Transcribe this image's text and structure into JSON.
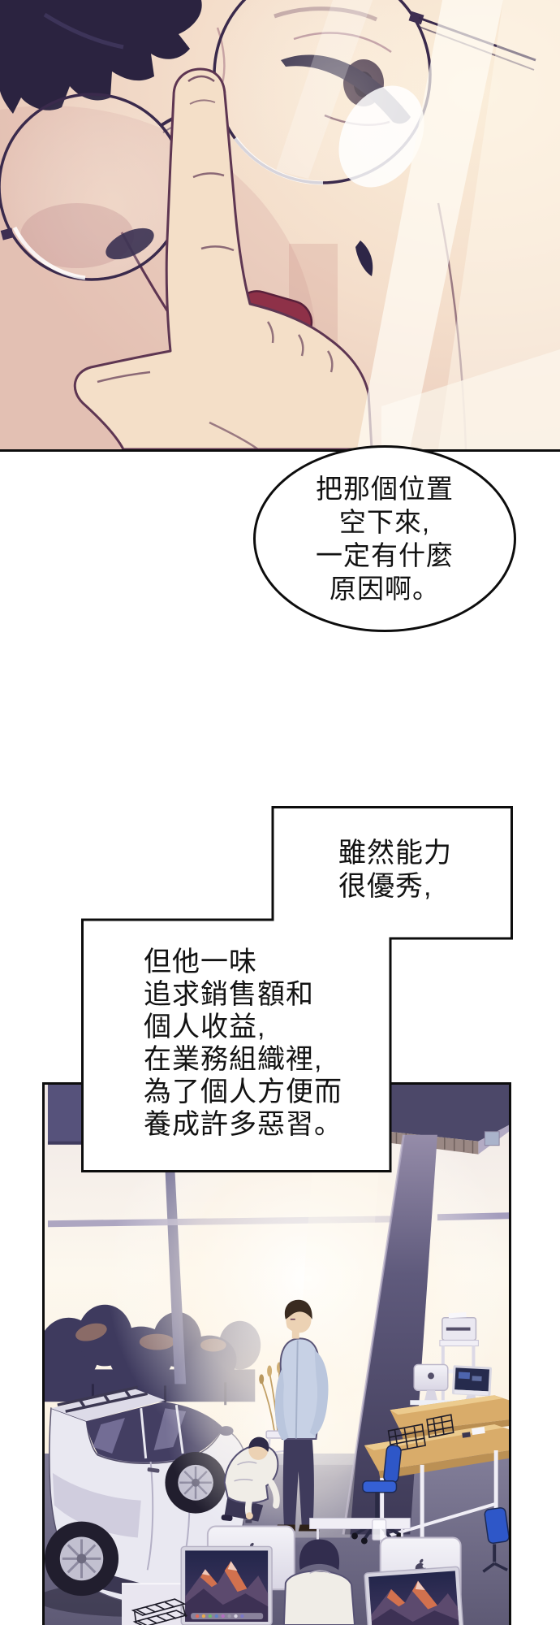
{
  "page": {
    "type": "webtoon comic page",
    "language": "zh-TW"
  },
  "bubble": {
    "lines": [
      "把那個位置",
      "空下來,",
      "一定有什麼",
      "原因啊。"
    ]
  },
  "narration": {
    "upper_lines": [
      "雖然能力",
      "很優秀,"
    ],
    "lower_lines": [
      "但他一味",
      "追求銷售額和",
      "個人收益,",
      "在業務組織裡,",
      "為了個人方便而",
      "養成許多惡習。"
    ]
  },
  "icons": {
    "apple_logo": "apple-logo-icon"
  },
  "colors": {
    "panel_border": "#0d0d0d",
    "text": "#121212",
    "skin": "#f2dcc8",
    "hair_navy": "#2b2340",
    "collar_red": "#8e3148",
    "window_light": "#fdf8ee",
    "office_floor": "#6f6b86",
    "pillar_navy": "#46425f",
    "desk_wood": "#d8ab69",
    "chair_blue": "#2e57c8",
    "suv_body": "#e9e8f1",
    "screen_sky": "#23264b",
    "screen_mountain_orange": "#d2714e"
  }
}
